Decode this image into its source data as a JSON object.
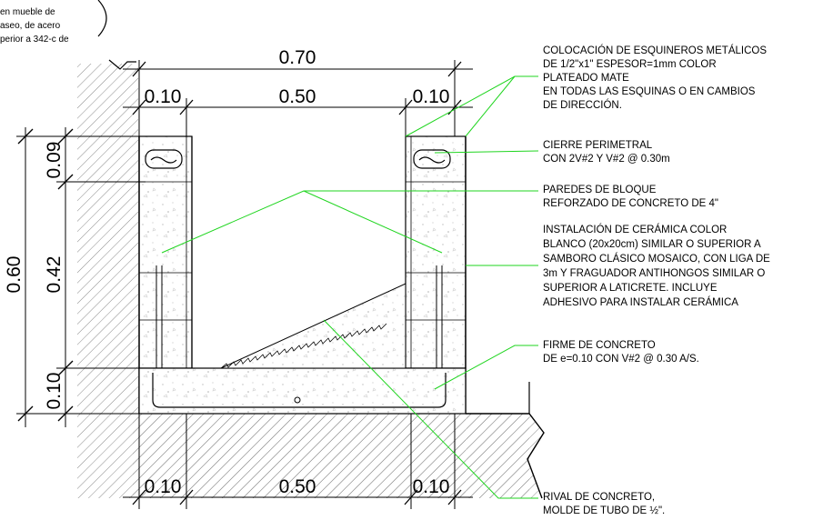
{
  "corner_note": {
    "lines": [
      "en mueble de",
      "aseo, de acero",
      "perior a 342-c de"
    ]
  },
  "dimensions": {
    "top_total": "0.70",
    "top_left": "0.10",
    "top_middle": "0.50",
    "top_right": "0.10",
    "left_total": "0.60",
    "left_top": "0.09",
    "left_middle": "0.42",
    "left_bottom": "0.10",
    "bottom_left": "0.10",
    "bottom_middle": "0.50",
    "bottom_right": "0.10"
  },
  "annotations": [
    {
      "lines": [
        "COLOCACIÓN DE ESQUINEROS METÁLICOS",
        "DE 1/2\"x1\" ESPESOR=1mm COLOR",
        "PLATEADO MATE",
        "EN TODAS LAS ESQUINAS O EN CAMBIOS",
        "DE DIRECCIÓN."
      ]
    },
    {
      "lines": [
        "CIERRE PERIMETRAL",
        "CON 2V#2 Y V#2 @ 0.30m"
      ]
    },
    {
      "lines": [
        "PAREDES DE BLOQUE",
        "REFORZADO DE CONCRETO DE 4\""
      ]
    },
    {
      "lines": [
        "INSTALACIÓN  DE CERÁMICA COLOR",
        "BLANCO (20x20cm) SIMILAR O SUPERIOR A",
        "SAMBORO CLÁSICO MOSAICO, CON LIGA DE",
        "3m Y FRAGUADOR ANTIHONGOS SIMILAR O",
        "SUPERIOR A LATICRETE. INCLUYE",
        "ADHESIVO PARA INSTALAR CERÁMICA"
      ]
    },
    {
      "lines": [
        "FIRME DE CONCRETO",
        "DE e=0.10 CON V#2 @ 0.30 A/S."
      ]
    },
    {
      "lines": [
        "RIVAL DE CONCRETO,",
        "MOLDE DE TUBO DE ½\"."
      ]
    }
  ],
  "colors": {
    "line": "#000000",
    "leader": "#1fd51f",
    "hatch": "#9a9a9a"
  }
}
